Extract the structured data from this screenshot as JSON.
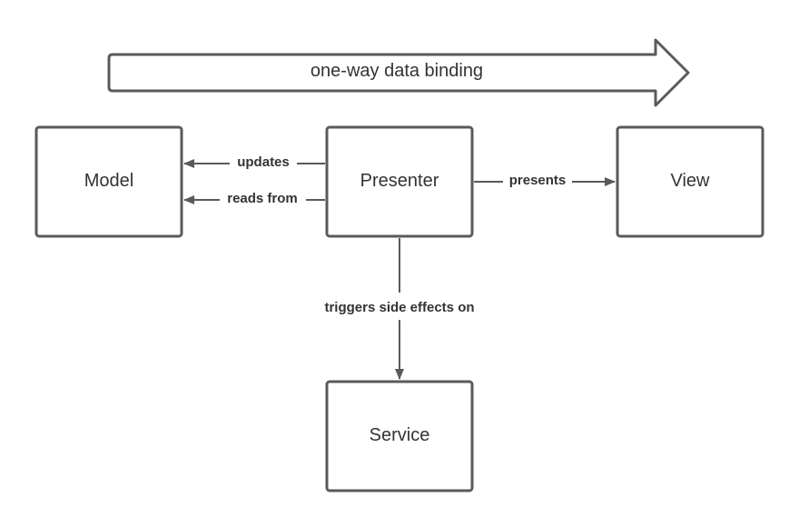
{
  "banner": {
    "label": "one-way data binding"
  },
  "nodes": {
    "model": "Model",
    "presenter": "Presenter",
    "view": "View",
    "service": "Service"
  },
  "edges": {
    "updates": "updates",
    "reads_from": "reads from",
    "presents": "presents",
    "triggers": "triggers side effects on"
  },
  "colors": {
    "stroke": "#5a5a5a",
    "text": "#333333",
    "background": "#ffffff"
  }
}
